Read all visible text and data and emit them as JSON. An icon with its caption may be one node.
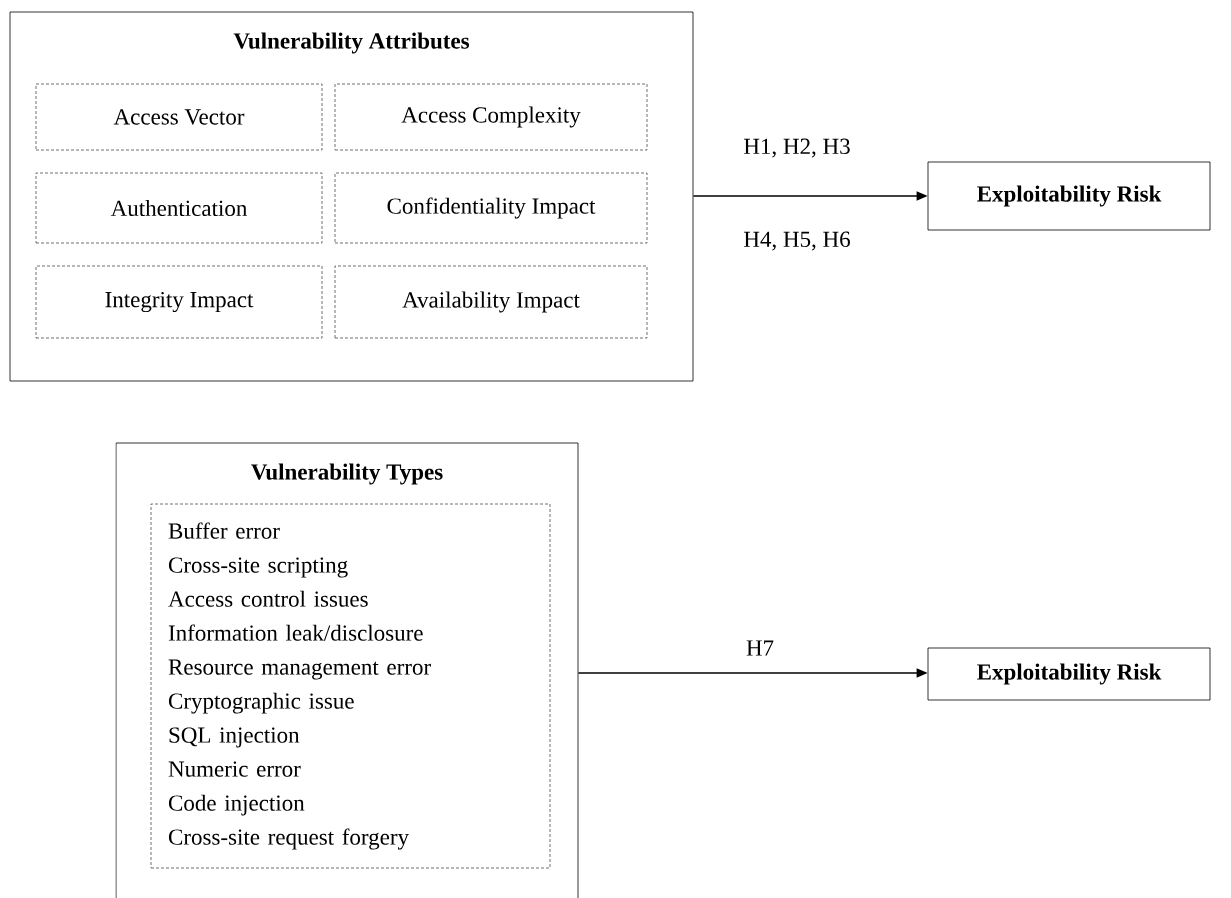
{
  "diagram": {
    "nodes": [
      {
        "text": [
          "Vulnerability Attributes"
        ]
      },
      {
        "text": [
          "Access Vector"
        ],
        "in": 0
      },
      {
        "text": [
          "Access Complexity"
        ],
        "in": 0
      },
      {
        "text": [
          "Authentication"
        ],
        "in": 0
      },
      {
        "text": [
          "Confidentiality Impact"
        ],
        "in": 0
      },
      {
        "text": [
          "Integrity Impact"
        ],
        "in": 0
      },
      {
        "text": [
          "Availability Impact"
        ],
        "in": 0
      },
      {
        "text": [
          "Exploitability Risk"
        ]
      },
      {
        "text": [
          "Vulnerability Types"
        ]
      },
      {
        "text": [
          "Buffer error",
          "Cross-site scripting",
          "Access control issues",
          "Information leak/disclosure",
          "Resource management error",
          "Cryptographic issue",
          "SQL injection",
          "Numeric error",
          "Code injection",
          "Cross-site request forgery"
        ],
        "in": 8
      },
      {
        "text": [
          "Exploitability Risk"
        ]
      }
    ],
    "edges": [
      {
        "from": 0,
        "to": 7,
        "arrow": "to",
        "label": "H1, H2, H3"
      },
      {
        "from": 8,
        "to": 10,
        "arrow": "to",
        "label": "H7"
      }
    ],
    "labels": [
      "H4, H5, H6"
    ]
  }
}
